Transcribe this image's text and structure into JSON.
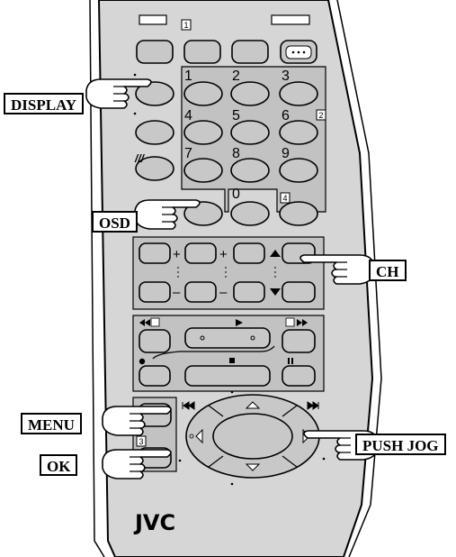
{
  "callouts": {
    "display": "DISPLAY",
    "osd": "OSD",
    "ch": "CH",
    "menu": "MENU",
    "ok": "OK",
    "push_jog": "PUSH JOG"
  },
  "keypad": [
    "1",
    "2",
    "3",
    "4",
    "5",
    "6",
    "7",
    "8",
    "9",
    "0"
  ],
  "section_markers": [
    "1",
    "2",
    "3",
    "4"
  ],
  "symbols": {
    "plus": "+",
    "minus": "–",
    "slash": "///"
  },
  "brand": "JVC",
  "colors": {
    "remote_body": "#d6d6d6",
    "panel": "#c2c2c2",
    "button": "#c8c8c8",
    "outline": "#000000"
  }
}
